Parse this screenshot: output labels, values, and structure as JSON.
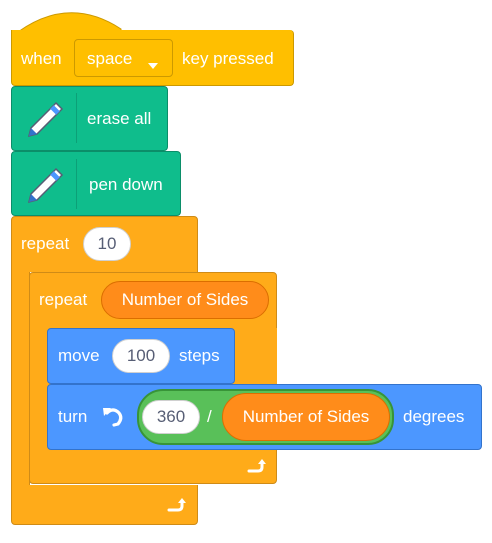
{
  "colors": {
    "events": "#FFBF00",
    "pen": "#0FBD8C",
    "control": "#FFAB19",
    "motion": "#4C97FF",
    "operators": "#59C059",
    "variables": "#FF8C1A"
  },
  "hat_block": {
    "when_label": "when",
    "key_value": "space",
    "dropdown_icon": "caret-down-icon",
    "suffix_label": "key pressed"
  },
  "erase_block": {
    "icon": "pen-icon",
    "label": "erase all"
  },
  "pen_down_block": {
    "icon": "pen-icon",
    "label": "pen down"
  },
  "outer_repeat": {
    "label": "repeat",
    "count": "10",
    "loop_icon": "loop-arrow-icon"
  },
  "inner_repeat": {
    "label": "repeat",
    "count_variable": "Number of Sides",
    "loop_icon": "loop-arrow-icon"
  },
  "move_block": {
    "label": "move",
    "steps": "100",
    "suffix": "steps"
  },
  "turn_block": {
    "label": "turn",
    "direction_icon": "rotate-left-icon",
    "numerator": "360",
    "operator": "/",
    "denominator_variable": "Number of Sides",
    "suffix": "degrees"
  }
}
